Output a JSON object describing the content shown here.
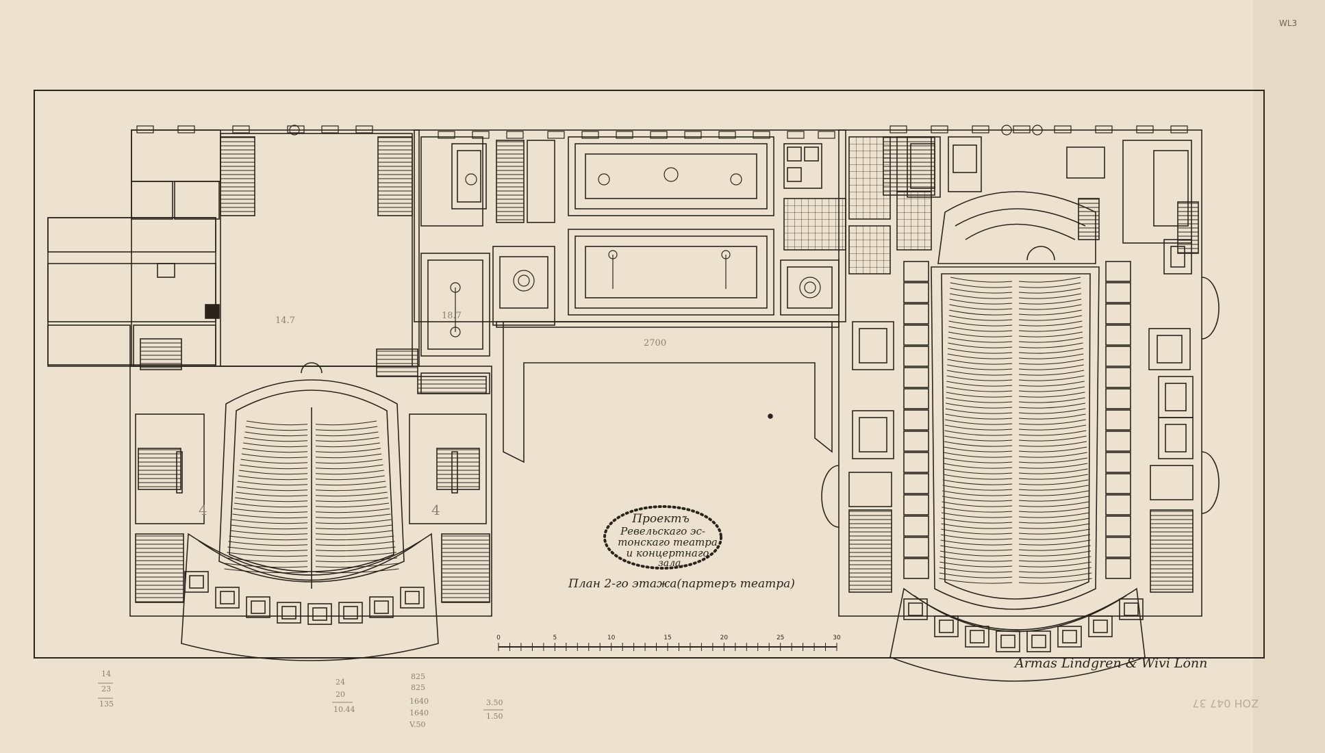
{
  "sheet": {
    "corner_mark": "WL3",
    "room_marks": {
      "left_stage": "14.7",
      "mid_room": "18.7",
      "court": "2700",
      "stair_left": "4",
      "stair_right": "4"
    },
    "title": {
      "lines": [
        "Проектъ",
        "Ревельскаго эс-",
        "тонскаго театра",
        "и концертнаго",
        "зала."
      ]
    },
    "subtitle": "План 2-го этажа(партеръ театра)",
    "scale_bar": {
      "labels": [
        "0",
        "5",
        "10",
        "15",
        "20",
        "25",
        "30"
      ]
    },
    "signature": "Armas Lindgren & Wivi Lönn",
    "pencil_notes": [
      [
        "14",
        "23",
        "135"
      ],
      [
        "24",
        "20",
        "10.44"
      ],
      [
        "825",
        "825",
        "1640",
        "1640",
        "V.50"
      ],
      [
        "3.50",
        "1.50"
      ]
    ],
    "stamp": "ZOH 047 37"
  },
  "colors": {
    "paper": "#ece2cf",
    "ink": "#2a241c",
    "pencil": "#8b8172"
  }
}
